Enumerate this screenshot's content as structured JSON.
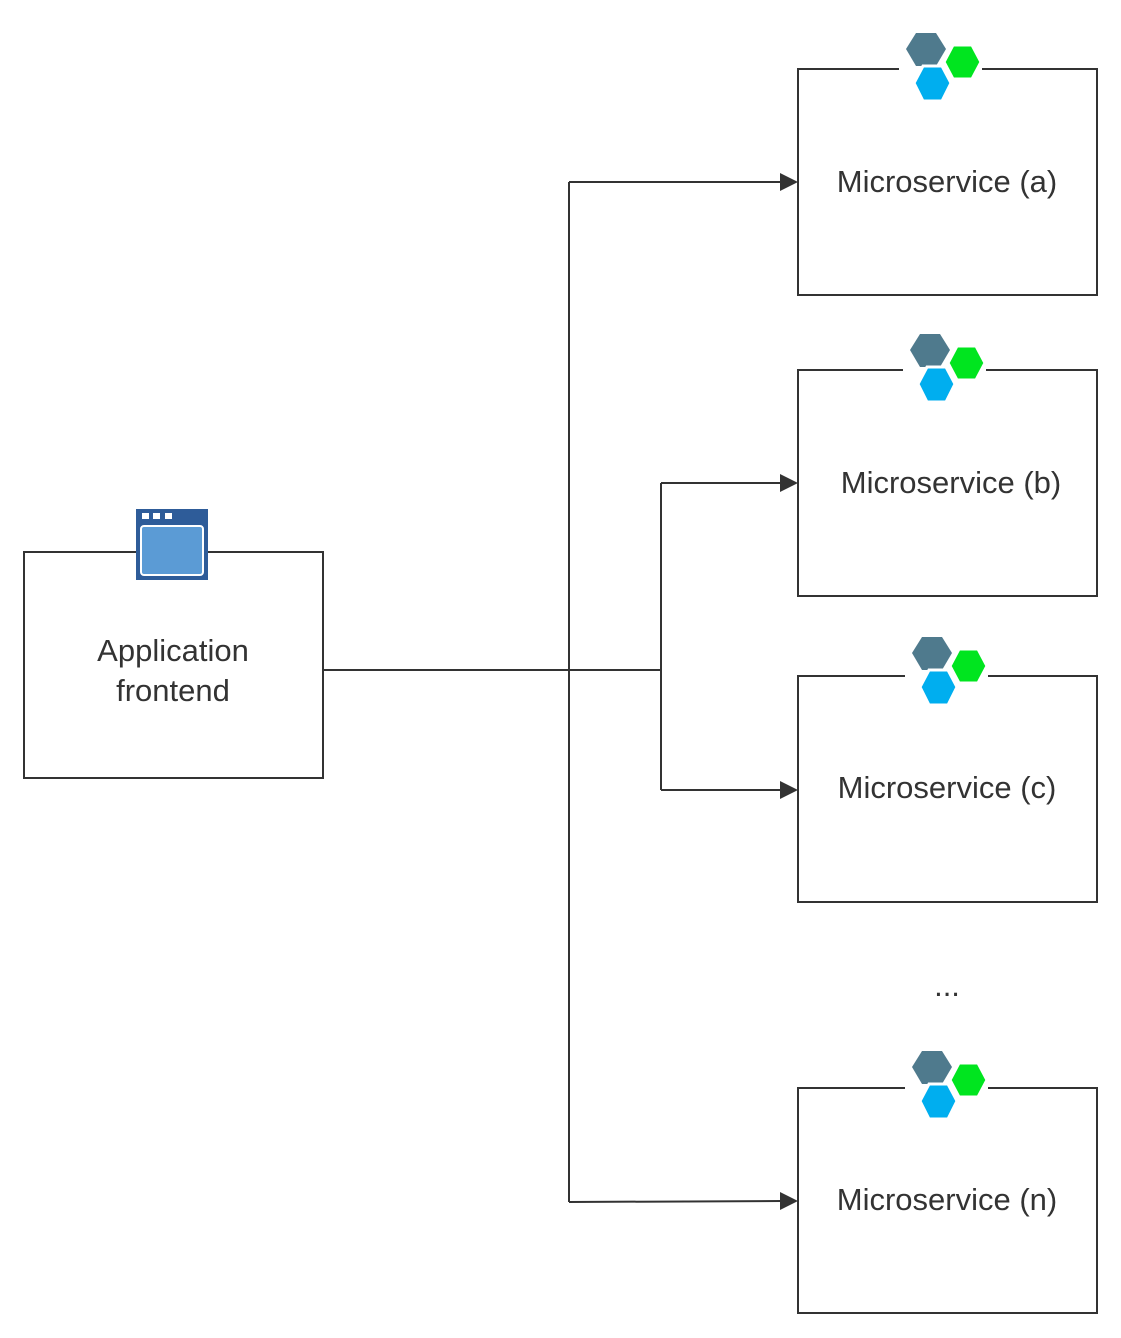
{
  "diagram": {
    "frontend": {
      "label_line1": "Application",
      "label_line2": "frontend",
      "icon": "browser-window-icon"
    },
    "microservices": [
      {
        "label": "Microservice (a)",
        "icon": "hexagon-cluster-icon"
      },
      {
        "label": "Microservice (b)",
        "icon": "hexagon-cluster-icon"
      },
      {
        "label": "Microservice (c)",
        "icon": "hexagon-cluster-icon"
      },
      {
        "label": "Microservice (n)",
        "icon": "hexagon-cluster-icon"
      }
    ],
    "ellipsis": "...",
    "colors": {
      "line": "#333333",
      "browser_dark": "#2E5C99",
      "browser_light": "#5B9BD5",
      "hex_slate": "#4F7A8D",
      "hex_green": "#00E51F",
      "hex_blue": "#00AEEF"
    }
  }
}
